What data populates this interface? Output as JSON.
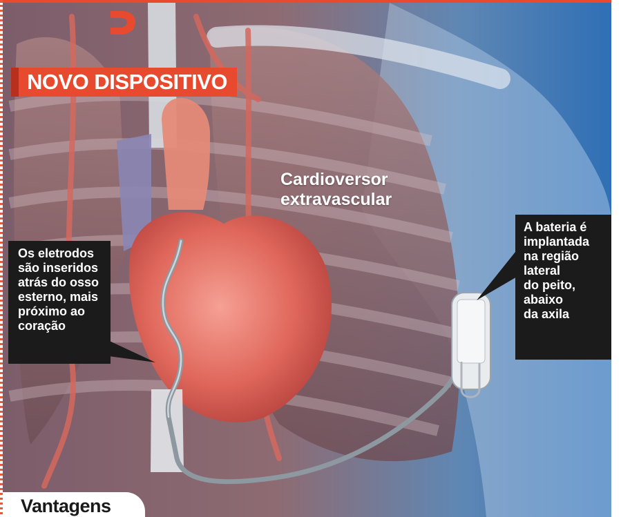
{
  "header": {
    "title": "NOVO DISPOSITIVO",
    "logo_icon": "publisher-logo-icon",
    "accent_color": "#e84a2f"
  },
  "illustration": {
    "device_label": "Cardioversor\nextravascular",
    "callouts": {
      "electrodes": "Os eletrodos\nsão inseridos\natrás do osso\nesterno, mais\npróximo ao\ncoração",
      "battery": "A bateria é\nimplantada\nna região\nlateral\ndo peito,\nabaixo\nda axila"
    }
  },
  "footer": {
    "section_title": "Vantagens"
  }
}
